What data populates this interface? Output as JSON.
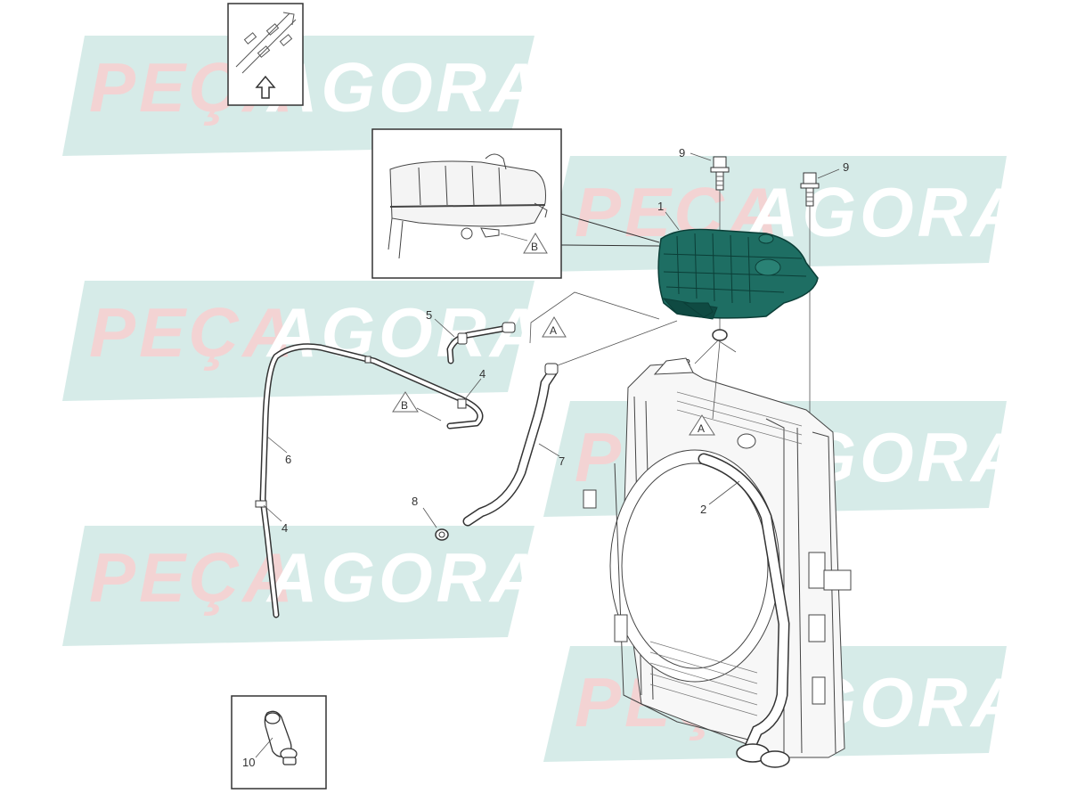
{
  "watermark": {
    "brand_left": "PEÇA",
    "brand_right": "AGORA",
    "band_color": "#d6ebe8",
    "text_left_color": "#f3d3d3",
    "text_right_color": "#ffffff"
  },
  "callouts": {
    "c1": "1",
    "c2": "2",
    "c3": "3",
    "c4a": "4",
    "c4b": "4",
    "c5": "5",
    "c6": "6",
    "c7": "7",
    "c8": "8",
    "c9a": "9",
    "c9b": "9",
    "c10": "10"
  },
  "markers": {
    "A_main": "A",
    "A_radiator": "A",
    "B_detail": "B",
    "B_hose": "B"
  },
  "colors": {
    "tank_fill": "#1e6e63",
    "tank_dark": "#0f4a42",
    "line": "#444444"
  }
}
